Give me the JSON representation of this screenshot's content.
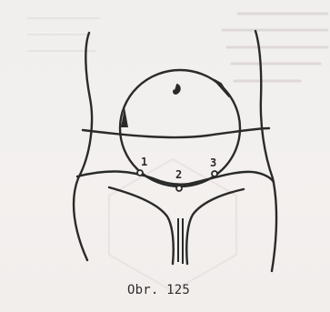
{
  "figure": {
    "caption": "Obr. 125",
    "points": [
      {
        "label": "1"
      },
      {
        "label": "2"
      },
      {
        "label": "3"
      }
    ]
  }
}
